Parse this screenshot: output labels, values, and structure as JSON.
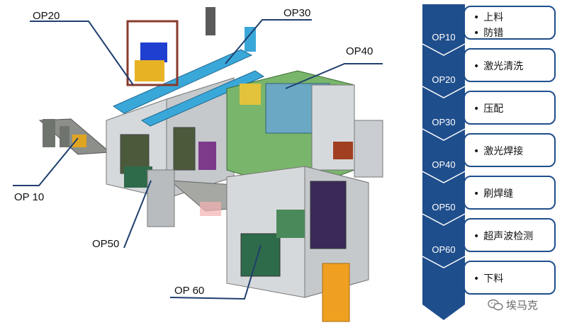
{
  "callouts": {
    "op20": "OP20",
    "op30": "OP30",
    "op40": "OP40",
    "op10": "OP 10",
    "op50": "OP50",
    "op60": "OP 60"
  },
  "process_flow": {
    "steps": [
      {
        "op": "OP10",
        "items": [
          "上料",
          "防错"
        ]
      },
      {
        "op": "OP20",
        "items": [
          "激光清洗"
        ]
      },
      {
        "op": "OP30",
        "items": [
          "压配"
        ]
      },
      {
        "op": "OP40",
        "items": [
          "激光焊接"
        ]
      },
      {
        "op": "OP50",
        "items": [
          "刷焊缝"
        ]
      },
      {
        "op": "OP60",
        "items": [
          "超声波检测"
        ]
      },
      {
        "op": "",
        "items": [
          "下料"
        ]
      }
    ],
    "bullet": "•"
  },
  "watermark": {
    "text": "埃马克",
    "icon": "wechat-icon"
  },
  "colors": {
    "flow_blue": "#1f4e8c",
    "machine_gray": "#c9ccd0",
    "machine_blue": "#3aa7d9",
    "machine_green": "#79b56b",
    "machine_yellow": "#e8b225",
    "machine_orange": "#f0a020"
  }
}
